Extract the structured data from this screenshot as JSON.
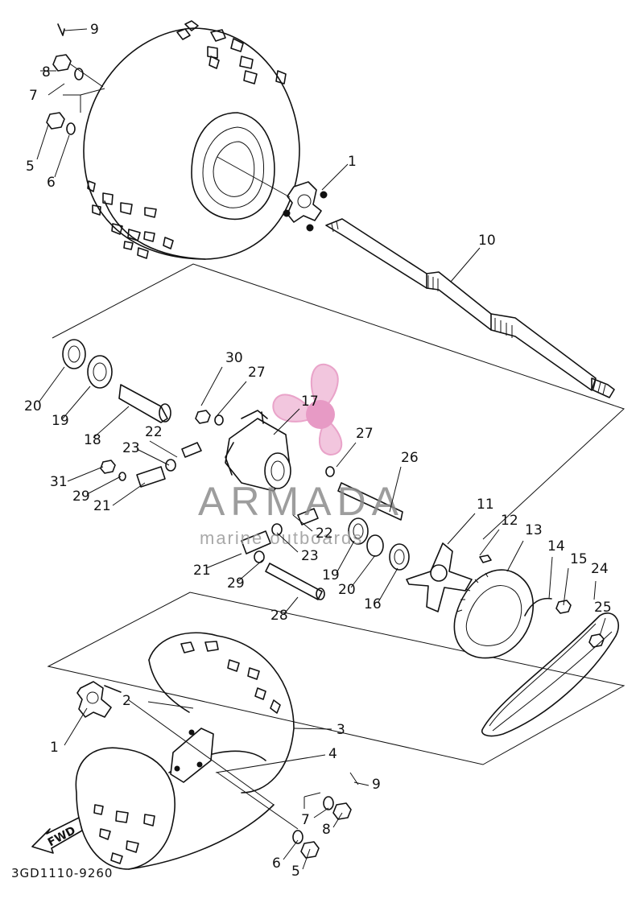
{
  "watermark": {
    "brand": "ARMADA",
    "subtitle": "marine outboards",
    "logo_color": "#e9a3c9"
  },
  "drawing_code": "3GD1110-9260",
  "direction_arrow": "FWD",
  "part_callouts": [
    "1",
    "2",
    "3",
    "4",
    "5",
    "6",
    "7",
    "8",
    "9",
    "10",
    "11",
    "12",
    "13",
    "14",
    "15",
    "16",
    "17",
    "18",
    "19",
    "20",
    "21",
    "22",
    "23",
    "24",
    "25",
    "26",
    "27",
    "28",
    "29",
    "30",
    "31"
  ]
}
